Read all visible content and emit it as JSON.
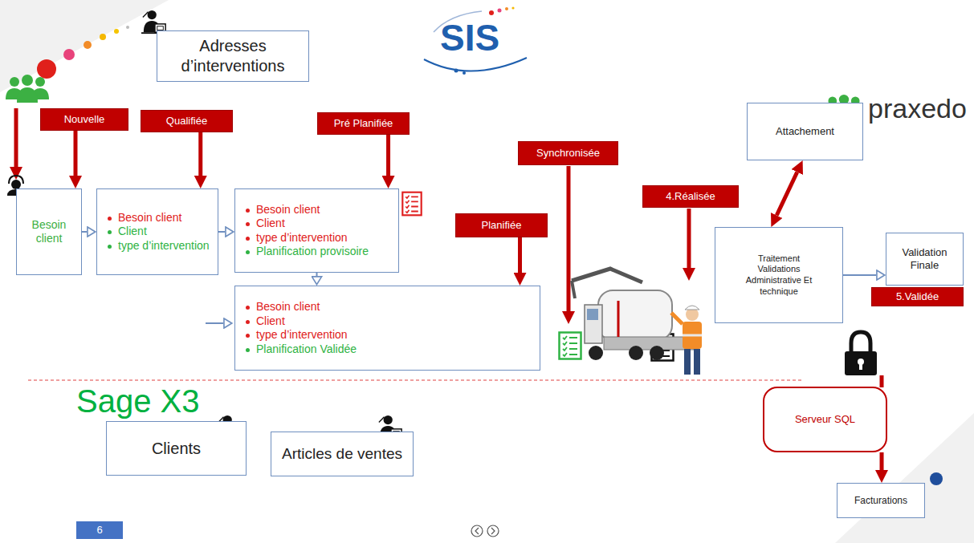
{
  "diagram": {
    "nodes": [
      {
        "text": [
          "Adresses d’interventions"
        ]
      },
      {
        "text": [
          "Nouvelle"
        ]
      },
      {
        "text": [
          "Qualifiée"
        ]
      },
      {
        "text": [
          "Pré Planifiée"
        ]
      },
      {
        "text": [
          "Synchronisée"
        ]
      },
      {
        "text": [
          "4.Réalisée"
        ]
      },
      {
        "text": [
          "Attachement"
        ]
      },
      {
        "text": [
          "Besoin client"
        ]
      },
      {
        "text": [
          "Besoin client",
          "Client",
          "type d’intervention"
        ]
      },
      {
        "text": [
          "Besoin client",
          "Client",
          "type d’intervention",
          "Planification provisoire"
        ]
      },
      {
        "text": [
          "Planifiée"
        ]
      },
      {
        "text": [
          "Traitement Validations Administrative Et technique"
        ]
      },
      {
        "text": [
          "Validation Finale"
        ]
      },
      {
        "text": [
          "5.Validée"
        ]
      },
      {
        "text": [
          "Besoin client",
          "Client",
          "type d’intervention",
          "Planification Validée"
        ]
      },
      {
        "text": [
          "Clients"
        ]
      },
      {
        "text": [
          "Articles de ventes"
        ]
      },
      {
        "text": [
          "Serveur SQL"
        ]
      },
      {
        "text": [
          "Facturations"
        ]
      },
      {
        "text": [
          "6"
        ]
      }
    ],
    "edges": [
      {
        "from": 1,
        "to": 7,
        "arrow": "to"
      },
      {
        "from": 2,
        "to": 8,
        "arrow": "to"
      },
      {
        "from": 3,
        "to": 9,
        "arrow": "to"
      },
      {
        "from": 10,
        "to": 14,
        "arrow": "to"
      },
      {
        "from": 7,
        "to": 8,
        "arrow": "to"
      },
      {
        "from": 8,
        "to": 9,
        "arrow": "to"
      },
      {
        "from": 9,
        "to": 14,
        "arrow": "to"
      },
      {
        "from": 6,
        "to": 11,
        "arrow": "both"
      },
      {
        "from": 11,
        "to": 12,
        "arrow": "to"
      },
      {
        "from": 17,
        "to": 18,
        "arrow": "to"
      }
    ],
    "labels": [
      "SIS",
      "praxedo",
      "Sage X3"
    ]
  }
}
